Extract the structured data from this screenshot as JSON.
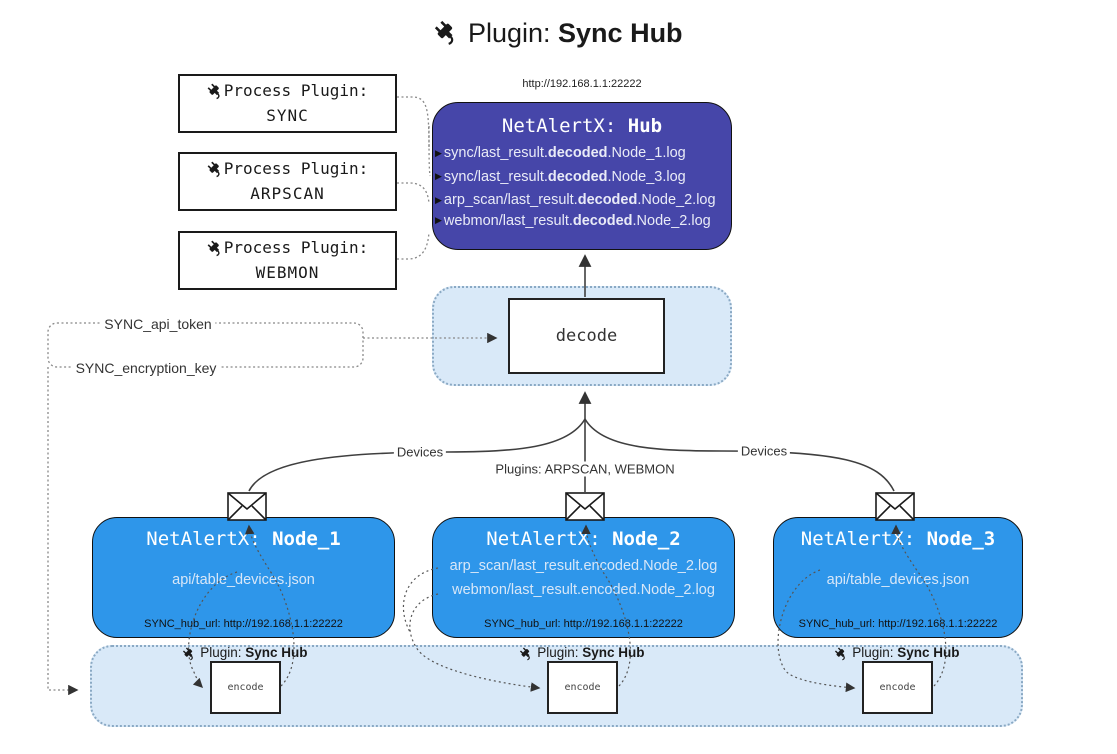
{
  "title": {
    "prefix": "Plugin:",
    "bold": "Sync Hub"
  },
  "hub": {
    "url_label": "http://192.168.1.1:22222",
    "title_prefix": "NetAlertX:",
    "title_bold": "Hub",
    "log_lines": [
      {
        "pre": "sync/last_result.",
        "bold": "decoded",
        "post": ".Node_1.log"
      },
      {
        "pre": "sync/last_result.",
        "bold": "decoded",
        "post": ".Node_3.log"
      },
      {
        "pre": "arp_scan/last_result.",
        "bold": "decoded",
        "post": ".Node_2.log"
      },
      {
        "pre": "webmon/last_result.",
        "bold": "decoded",
        "post": ".Node_2.log"
      }
    ]
  },
  "process_plugins": [
    {
      "label": "Process Plugin:",
      "name": "SYNC"
    },
    {
      "label": "Process Plugin:",
      "name": "ARPSCAN"
    },
    {
      "label": "Process Plugin:",
      "name": "WEBMON"
    }
  ],
  "decode": {
    "label": "decode"
  },
  "keys": {
    "api_token": "SYNC_api_token",
    "encryption_key": "SYNC_encryption_key"
  },
  "edges": {
    "devices_left": "Devices",
    "plugins_center": "Plugins: ARPSCAN, WEBMON",
    "devices_right": "Devices"
  },
  "nodes": [
    {
      "title_prefix": "NetAlertX:",
      "title_bold": "Node_1",
      "lines": [
        "api/table_devices.json"
      ],
      "footer": "SYNC_hub_url: http://192.168.1.1:22222"
    },
    {
      "title_prefix": "NetAlertX:",
      "title_bold": "Node_2",
      "lines": [
        "arp_scan/last_result.encoded.Node_2.log",
        "webmon/last_result.encoded.Node_2.log"
      ],
      "footer": "SYNC_hub_url: http://192.168.1.1:22222"
    },
    {
      "title_prefix": "NetAlertX:",
      "title_bold": "Node_3",
      "lines": [
        "api/table_devices.json"
      ],
      "footer": "SYNC_hub_url: http://192.168.1.1:22222"
    }
  ],
  "encode_section": {
    "plugin_prefix": "Plugin:",
    "plugin_bold": "Sync Hub",
    "encode_label": "encode"
  },
  "icons": {
    "plug": "plug-icon",
    "envelope": "envelope-icon",
    "line_marker": "arrow-right-icon"
  },
  "colors": {
    "hub_bg": "#4646a9",
    "node_bg": "#2e96ea",
    "container_bg": "#d9e9f8",
    "container_border": "#8aa9c4",
    "line": "#3f3f3f"
  }
}
